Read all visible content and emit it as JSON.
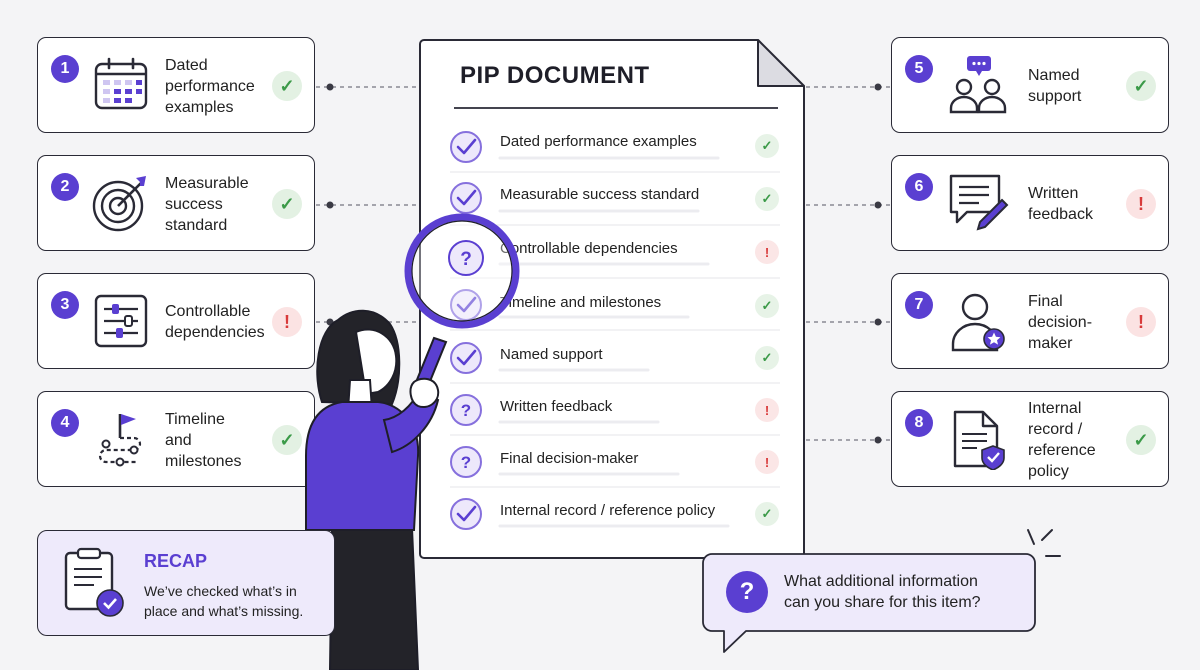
{
  "doc": {
    "title": "PIP DOCUMENT",
    "rows": [
      {
        "text": "Dated performance examples",
        "status": "ok"
      },
      {
        "text": "Measurable success standard",
        "status": "ok"
      },
      {
        "text": "Controllable dependencies",
        "status": "warn"
      },
      {
        "text": "Timeline and milestones",
        "status": "ok"
      },
      {
        "text": "Named support",
        "status": "ok"
      },
      {
        "text": "Written feedback",
        "status": "warn"
      },
      {
        "text": "Final decision-maker",
        "status": "warn"
      },
      {
        "text": "Internal record / reference policy",
        "status": "ok"
      }
    ]
  },
  "cards": [
    {
      "num": "1",
      "label": "Dated\nperformance\nexamples",
      "status": "ok",
      "icon": "calendar-icon"
    },
    {
      "num": "2",
      "label": "Measurable\nsuccess\nstandard",
      "status": "ok",
      "icon": "target-icon"
    },
    {
      "num": "3",
      "label": "Controllable\ndependencies",
      "status": "warn",
      "icon": "sliders-icon"
    },
    {
      "num": "4",
      "label": "Timeline\nand\nmilestones",
      "status": "ok",
      "icon": "flag-path-icon"
    },
    {
      "num": "5",
      "label": "Named\nsupport",
      "status": "ok",
      "icon": "people-chat-icon"
    },
    {
      "num": "6",
      "label": "Written\nfeedback",
      "status": "warn",
      "icon": "feedback-pen-icon"
    },
    {
      "num": "7",
      "label": "Final\ndecision-\nmaker",
      "status": "warn",
      "icon": "person-star-icon"
    },
    {
      "num": "8",
      "label": "Internal\nrecord /\nreference\npolicy",
      "status": "ok",
      "icon": "document-shield-icon"
    }
  ],
  "status_symbols": {
    "ok": "✓",
    "warn": "!"
  },
  "recap": {
    "title": "RECAP",
    "text": "We’ve checked what’s in\nplace and what’s missing."
  },
  "bubble": {
    "mark": "?",
    "text": "What additional information\ncan you share for this item?"
  },
  "colors": {
    "accent": "#5a3fd1",
    "ok": "#3b9a48",
    "warn": "#d83a3a",
    "outline": "#2a2a36"
  }
}
